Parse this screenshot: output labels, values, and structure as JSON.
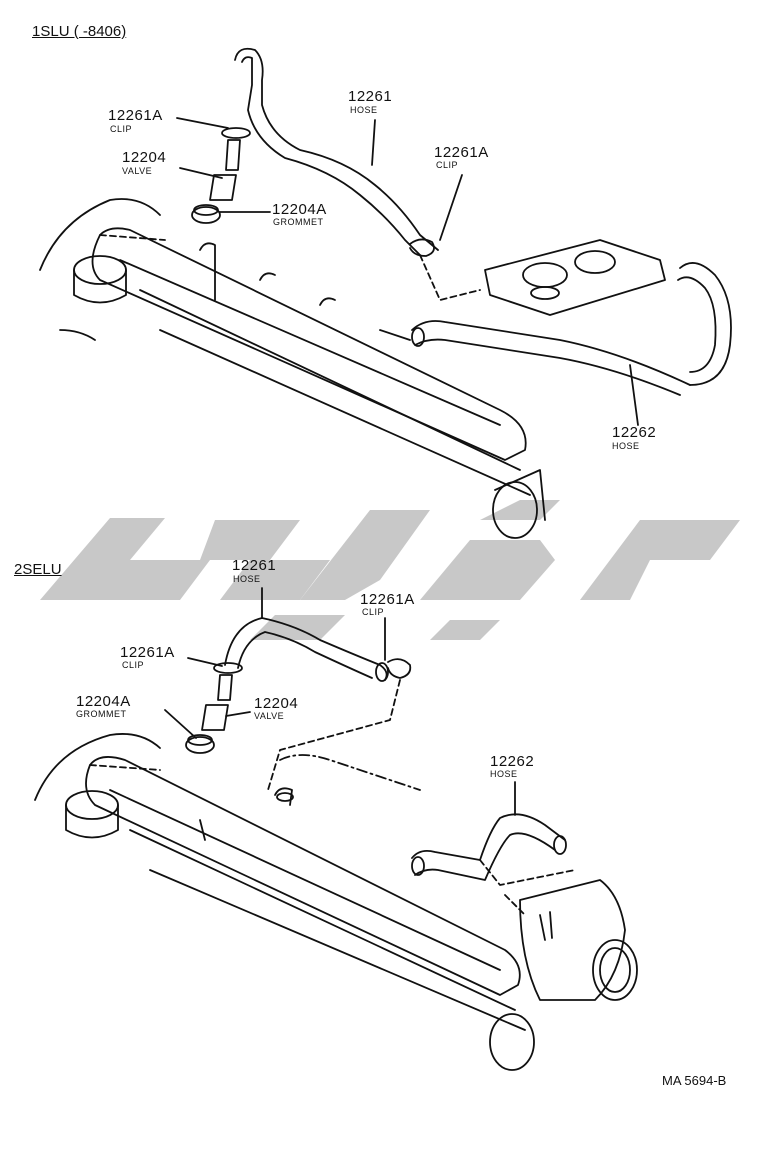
{
  "sections": {
    "top": {
      "label": "1SLU (        -8406)"
    },
    "bottom": {
      "label": "2SELU"
    }
  },
  "top_parts": {
    "clip_left": {
      "number": "12261A",
      "name": "CLIP"
    },
    "valve": {
      "number": "12204",
      "name": "VALVE"
    },
    "grommet": {
      "number": "12204A",
      "name": "GROMMET"
    },
    "hose_upper": {
      "number": "12261",
      "name": "HOSE"
    },
    "clip_right": {
      "number": "12261A",
      "name": "CLIP"
    },
    "hose_lower": {
      "number": "12262",
      "name": "HOSE"
    }
  },
  "bottom_parts": {
    "hose_upper": {
      "number": "12261",
      "name": "HOSE"
    },
    "clip_right": {
      "number": "12261A",
      "name": "CLIP"
    },
    "clip_left": {
      "number": "12261A",
      "name": "CLIP"
    },
    "grommet": {
      "number": "12204A",
      "name": "GROMMET"
    },
    "valve": {
      "number": "12204",
      "name": "VALVE"
    },
    "hose_lower": {
      "number": "12262",
      "name": "HOSE"
    }
  },
  "reference": "MA 5694-B",
  "watermark_color": "#c8c8c8",
  "line_color": "#111111"
}
